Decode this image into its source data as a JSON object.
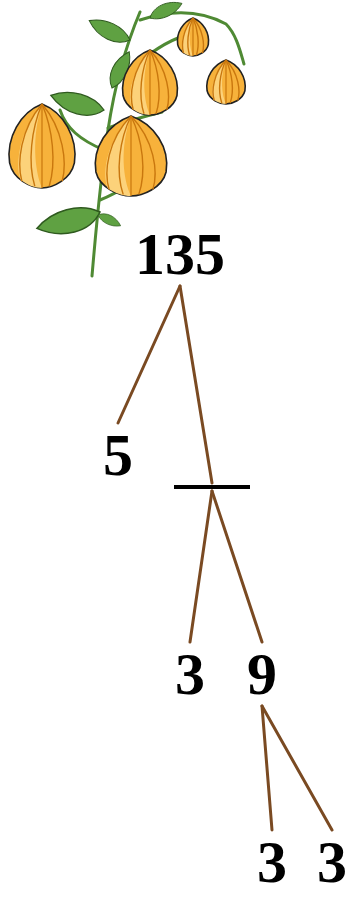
{
  "diagram": {
    "nodes": [
      {
        "text": [
          "135"
        ]
      },
      {
        "text": [
          "5"
        ]
      },
      {
        "text": []
      },
      {
        "text": [
          "3"
        ]
      },
      {
        "text": [
          "9"
        ]
      },
      {
        "text": [
          "3"
        ]
      },
      {
        "text": [
          "3"
        ]
      }
    ],
    "edges": [
      {
        "from": 0,
        "to": 1,
        "arrow": "none"
      },
      {
        "from": 0,
        "to": 2,
        "arrow": "none"
      },
      {
        "from": 2,
        "to": 3,
        "arrow": "none"
      },
      {
        "from": 2,
        "to": 4,
        "arrow": "none"
      },
      {
        "from": 4,
        "to": 5,
        "arrow": "none"
      },
      {
        "from": 4,
        "to": 6,
        "arrow": "none"
      }
    ]
  }
}
